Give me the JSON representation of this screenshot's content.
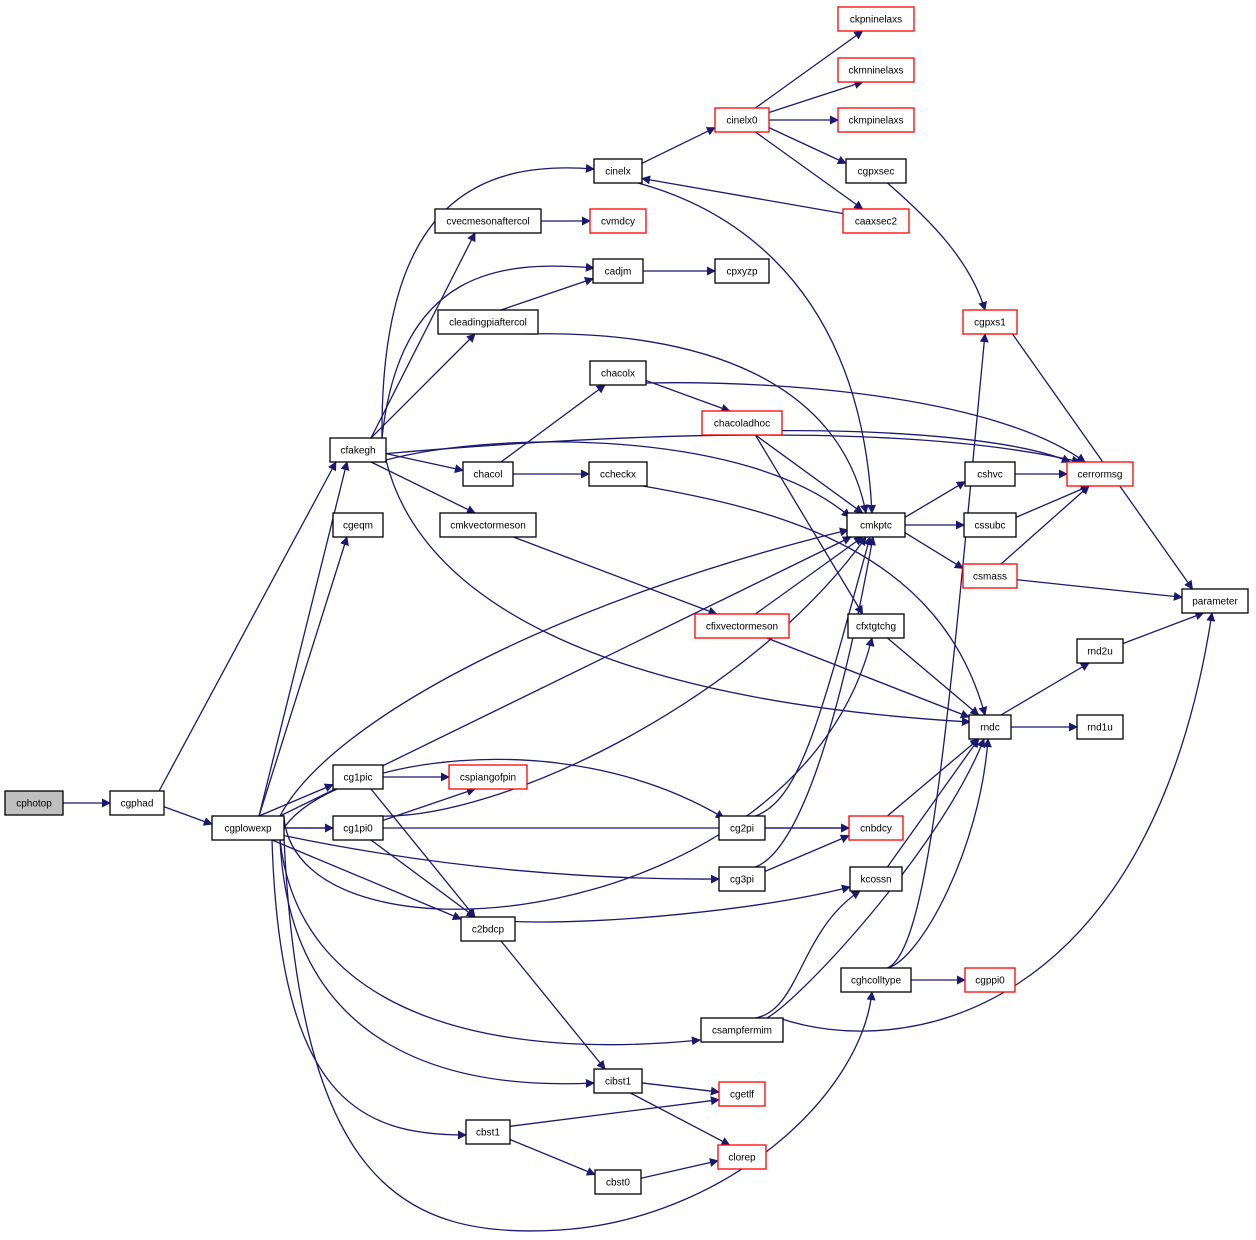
{
  "colors": {
    "edge": "#191970",
    "border_default": "#000000",
    "border_missing": "#ff0000",
    "root_fill": "#bfbfbf"
  },
  "nodes": {
    "cphotop": "cphotop",
    "cgphad": "cgphad",
    "cgplowexp": "cgplowexp",
    "cfakegh": "cfakegh",
    "cgeqm": "cgeqm",
    "cinelx": "cinelx",
    "cinelx0": "cinelx0",
    "ckpninelaxs": "ckpninelaxs",
    "ckmninelaxs": "ckmninelaxs",
    "ckmpinelaxs": "ckmpinelaxs",
    "cgpxsec": "cgpxsec",
    "caaxsec2": "caaxsec2",
    "cvecmesonaftercol": "cvecmesonaftercol",
    "cvmdcy": "cvmdcy",
    "cadjm": "cadjm",
    "cpxyzp": "cpxyzp",
    "cleadingpiaftercol": "cleadingpiaftercol",
    "cgpxs1": "cgpxs1",
    "chacolx": "chacolx",
    "chacoladhoc": "chacoladhoc",
    "chacol": "chacol",
    "ccheckx": "ccheckx",
    "cerrormsg": "cerrormsg",
    "cshvc": "cshvc",
    "cmkvectormeson": "cmkvectormeson",
    "cmkptc": "cmkptc",
    "cssubc": "cssubc",
    "csmass": "csmass",
    "parameter": "parameter",
    "cfixvectormeson": "cfixvectormeson",
    "cfxtgtchg": "cfxtgtchg",
    "rnd2u": "rnd2u",
    "rndc": "rndc",
    "rnd1u": "rnd1u",
    "cg1pic": "cg1pic",
    "cspiangofpin": "cspiangofpin",
    "cg1pi0": "cg1pi0",
    "cg2pi": "cg2pi",
    "cnbdcy": "cnbdcy",
    "cg3pi": "cg3pi",
    "kcossn": "kcossn",
    "c2bdcp": "c2bdcp",
    "cghcolltype": "cghcolltype",
    "cgppi0": "cgppi0",
    "csampfermim": "csampfermim",
    "cibst1": "cibst1",
    "cgetlf": "cgetlf",
    "cbst1": "cbst1",
    "clorep": "clorep",
    "cbst0": "cbst0"
  }
}
